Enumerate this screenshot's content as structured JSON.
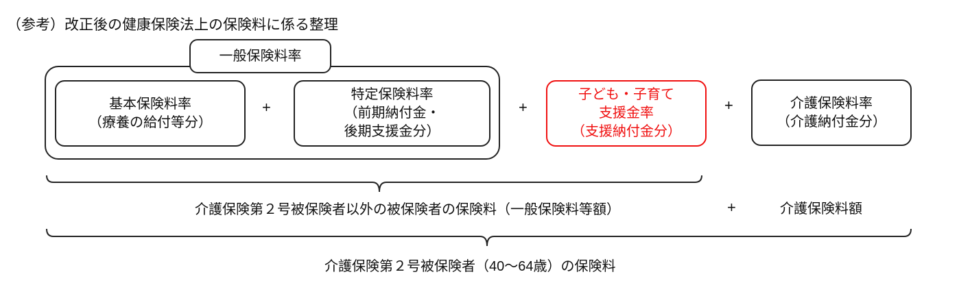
{
  "title": "（参考）改正後の健康保険法上の保険料に係る整理",
  "general_rate_label": "一般保険料率",
  "boxes": {
    "basic": {
      "line1": "基本保険料率",
      "line2": "（療養の給付等分）"
    },
    "specific": {
      "line1": "特定保険料率",
      "line2": "（前期納付金・",
      "line3": "後期支援金分）"
    },
    "child_support": {
      "line1": "子ども・子育て",
      "line2": "支援金率",
      "line3": "（支援納付金分）"
    },
    "care": {
      "line1": "介護保険料率",
      "line2": "（介護納付金分）"
    }
  },
  "plus": "+",
  "brace1_label": "介護保険第２号被保険者以外の被保険者の保険料（一般保険料等額）",
  "care_amount_label": "介護保険料額",
  "brace2_label": "介護保険第２号被保険者（40～64歳）の保険料",
  "colors": {
    "accent_red": "#f01010",
    "stroke": "#222222"
  }
}
